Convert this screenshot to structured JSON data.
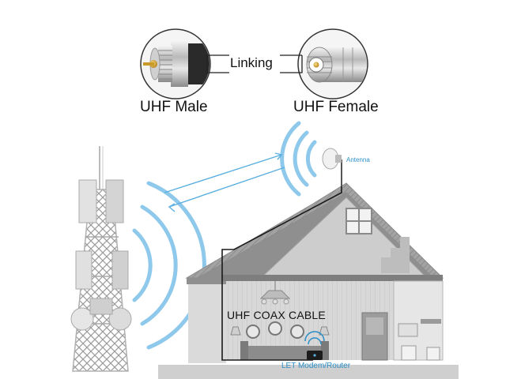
{
  "connectors": {
    "male_label": "UHF Male",
    "female_label": "UHF Female",
    "link_label": "Linking"
  },
  "scene": {
    "antenna_label": "Antenna",
    "cable_label": "UHF COAX CABLE",
    "router_label": "LET Modem/Router"
  },
  "colors": {
    "signal": "#8ec9ec",
    "arrow": "#5aafe0",
    "cable": "#1a1a1a",
    "label_accent": "#2b8fc7",
    "house_roof": "#9a9a9a",
    "house_wall": "#d2d2d2"
  },
  "icons": [
    "uhf-male-connector-icon",
    "uhf-female-connector-icon",
    "cell-tower-icon",
    "antenna-icon",
    "house-icon",
    "router-icon"
  ]
}
